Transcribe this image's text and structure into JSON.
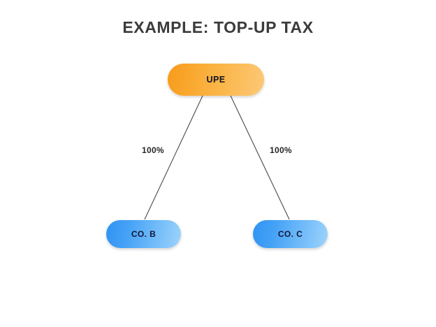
{
  "diagram": {
    "title": "EXAMPLE: TOP-UP TAX",
    "background_color": "#ffffff",
    "title_color": "#3b3b3b",
    "nodes": [
      {
        "id": "upe",
        "label": "UPE",
        "shape": "rounded-pill",
        "fill_start": "#f79a1c",
        "fill_end": "#fcc877",
        "text_color": "#101225"
      },
      {
        "id": "co-b",
        "label": "CO. B",
        "shape": "rounded-pill",
        "fill_start": "#3093f3",
        "fill_end": "#9ed3fb",
        "text_color": "#15173a"
      },
      {
        "id": "co-c",
        "label": "CO. C",
        "shape": "rounded-pill",
        "fill_start": "#3093f3",
        "fill_end": "#9ed3fb",
        "text_color": "#15173a"
      }
    ],
    "edges": [
      {
        "id": "upe-to-co-b",
        "from": "upe",
        "to": "co-b",
        "label": "100%",
        "stroke_color": "#4a4a4a"
      },
      {
        "id": "upe-to-co-c",
        "from": "upe",
        "to": "co-c",
        "label": "100%",
        "stroke_color": "#4a4a4a"
      }
    ]
  }
}
